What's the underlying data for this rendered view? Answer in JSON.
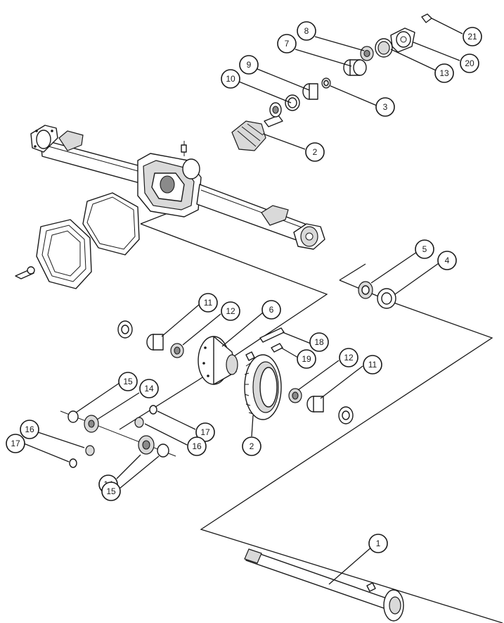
{
  "diagram": {
    "colors": {
      "line": "#1a1a1a",
      "shade": "#d9d9d9",
      "dark": "#8a8a8a",
      "background": "#ffffff"
    },
    "callouts": [
      {
        "id": "c21",
        "label": "21"
      },
      {
        "id": "c20",
        "label": "20"
      },
      {
        "id": "c8",
        "label": "8"
      },
      {
        "id": "c7",
        "label": "7"
      },
      {
        "id": "c13",
        "label": "13"
      },
      {
        "id": "c9",
        "label": "9"
      },
      {
        "id": "c10",
        "label": "10"
      },
      {
        "id": "c3",
        "label": "3"
      },
      {
        "id": "c2a",
        "label": "2"
      },
      {
        "id": "c5",
        "label": "5"
      },
      {
        "id": "c4",
        "label": "4"
      },
      {
        "id": "c11a",
        "label": "11"
      },
      {
        "id": "c12a",
        "label": "12"
      },
      {
        "id": "c6",
        "label": "6"
      },
      {
        "id": "c18",
        "label": "18"
      },
      {
        "id": "c19",
        "label": "19"
      },
      {
        "id": "c12b",
        "label": "12"
      },
      {
        "id": "c11b",
        "label": "11"
      },
      {
        "id": "c15a",
        "label": "15"
      },
      {
        "id": "c14a",
        "label": "14"
      },
      {
        "id": "c16a",
        "label": "16"
      },
      {
        "id": "c17a",
        "label": "17"
      },
      {
        "id": "c17b",
        "label": "17"
      },
      {
        "id": "c16b",
        "label": "16"
      },
      {
        "id": "c2b",
        "label": "2"
      },
      {
        "id": "c14b",
        "label": "14"
      },
      {
        "id": "c15b",
        "label": "15"
      },
      {
        "id": "c1",
        "label": "1"
      }
    ]
  }
}
